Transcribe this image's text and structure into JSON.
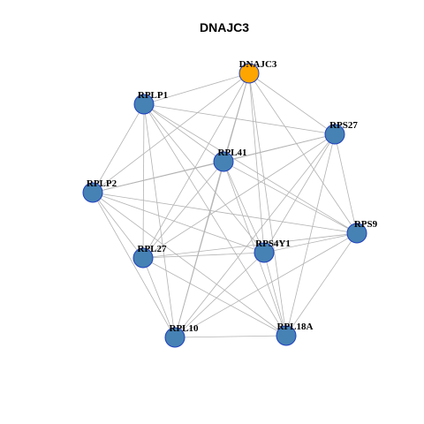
{
  "title": "DNAJC3",
  "colors": {
    "hub": "#ffa500",
    "node": "#4682b4",
    "node_border": "#1f3fbf",
    "edge": "#b3b3b3"
  },
  "nodes": [
    {
      "id": "DNAJC3",
      "label": "DNAJC3",
      "hub": true
    },
    {
      "id": "RPLP1",
      "label": "RPLP1"
    },
    {
      "id": "RPS27",
      "label": "RPS27"
    },
    {
      "id": "RPL41",
      "label": "RPL41"
    },
    {
      "id": "RPLP2",
      "label": "RPLP2"
    },
    {
      "id": "RPS9",
      "label": "RPS9"
    },
    {
      "id": "RPS4Y1",
      "label": "RPS4Y1"
    },
    {
      "id": "RPL27",
      "label": "RPL27"
    },
    {
      "id": "RPL10",
      "label": "RPL10"
    },
    {
      "id": "RPL18A",
      "label": "RPL18A"
    }
  ],
  "edges": [
    [
      "DNAJC3",
      "RPLP1"
    ],
    [
      "DNAJC3",
      "RPS27"
    ],
    [
      "DNAJC3",
      "RPL41"
    ],
    [
      "DNAJC3",
      "RPLP2"
    ],
    [
      "DNAJC3",
      "RPS9"
    ],
    [
      "DNAJC3",
      "RPS4Y1"
    ],
    [
      "DNAJC3",
      "RPL27"
    ],
    [
      "DNAJC3",
      "RPL10"
    ],
    [
      "DNAJC3",
      "RPL18A"
    ],
    [
      "RPLP1",
      "RPS27"
    ],
    [
      "RPLP1",
      "RPL41"
    ],
    [
      "RPLP1",
      "RPLP2"
    ],
    [
      "RPLP1",
      "RPS9"
    ],
    [
      "RPLP1",
      "RPS4Y1"
    ],
    [
      "RPLP1",
      "RPL27"
    ],
    [
      "RPLP1",
      "RPL10"
    ],
    [
      "RPLP1",
      "RPL18A"
    ],
    [
      "RPS27",
      "RPL41"
    ],
    [
      "RPS27",
      "RPLP2"
    ],
    [
      "RPS27",
      "RPS9"
    ],
    [
      "RPS27",
      "RPS4Y1"
    ],
    [
      "RPS27",
      "RPL27"
    ],
    [
      "RPS27",
      "RPL10"
    ],
    [
      "RPS27",
      "RPL18A"
    ],
    [
      "RPL41",
      "RPLP2"
    ],
    [
      "RPL41",
      "RPS9"
    ],
    [
      "RPL41",
      "RPS4Y1"
    ],
    [
      "RPL41",
      "RPL27"
    ],
    [
      "RPL41",
      "RPL10"
    ],
    [
      "RPL41",
      "RPL18A"
    ],
    [
      "RPLP2",
      "RPS9"
    ],
    [
      "RPLP2",
      "RPS4Y1"
    ],
    [
      "RPLP2",
      "RPL27"
    ],
    [
      "RPLP2",
      "RPL10"
    ],
    [
      "RPLP2",
      "RPL18A"
    ],
    [
      "RPS9",
      "RPS4Y1"
    ],
    [
      "RPS9",
      "RPL27"
    ],
    [
      "RPS9",
      "RPL10"
    ],
    [
      "RPS9",
      "RPL18A"
    ],
    [
      "RPS4Y1",
      "RPL27"
    ],
    [
      "RPS4Y1",
      "RPL10"
    ],
    [
      "RPS4Y1",
      "RPL18A"
    ],
    [
      "RPL27",
      "RPL10"
    ],
    [
      "RPL27",
      "RPL18A"
    ],
    [
      "RPL10",
      "RPL18A"
    ]
  ]
}
